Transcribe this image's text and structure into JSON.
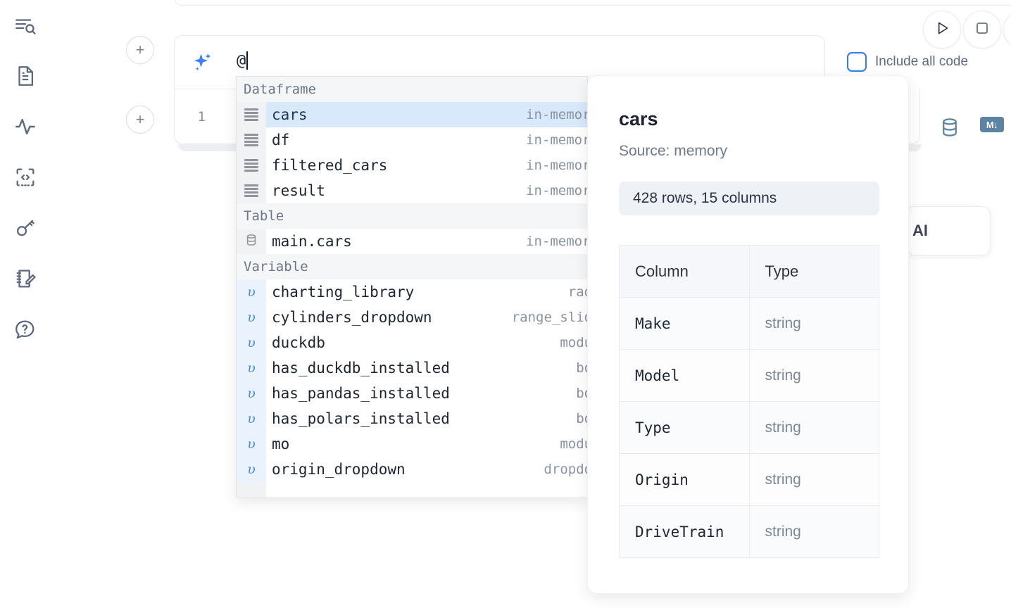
{
  "rail": {
    "items": [
      {
        "name": "search-outline-icon",
        "label": "Explore"
      },
      {
        "name": "document-icon",
        "label": "Notebook"
      },
      {
        "name": "activity-icon",
        "label": "Variables"
      },
      {
        "name": "code-snippet-icon",
        "label": "Snippets"
      },
      {
        "name": "key-icon",
        "label": "Secrets"
      },
      {
        "name": "notebook-edit-icon",
        "label": "Scratchpad"
      },
      {
        "name": "help-chat-icon",
        "label": "Help"
      }
    ]
  },
  "toolbar": {
    "add_cell_label": "+",
    "run_label": "Run",
    "stop_label": "Stop",
    "include_all_code_label": "Include all code",
    "accent_color": "#2f7df6"
  },
  "ai_prompt": {
    "icon": "sparkle-ai-icon",
    "value": "@",
    "placeholder": ""
  },
  "code_cell": {
    "line_number": "1",
    "database_icon": "database-icon",
    "markdown_badge": "M↓"
  },
  "ai_card": {
    "label": "AI"
  },
  "autocomplete": {
    "groups": [
      {
        "label": "Dataframe",
        "items": [
          {
            "icon": "dataframe-icon",
            "name": "cars",
            "type": "in-memory",
            "selected": true
          },
          {
            "icon": "dataframe-icon",
            "name": "df",
            "type": "in-memory",
            "selected": false
          },
          {
            "icon": "dataframe-icon",
            "name": "filtered_cars",
            "type": "in-memory",
            "selected": false
          },
          {
            "icon": "dataframe-icon",
            "name": "result",
            "type": "in-memory",
            "selected": false
          }
        ]
      },
      {
        "label": "Table",
        "items": [
          {
            "icon": "table-icon",
            "name": "main.cars",
            "type": "in-memory",
            "selected": false
          }
        ]
      },
      {
        "label": "Variable",
        "items": [
          {
            "icon": "variable-icon",
            "name": "charting_library",
            "type": "radio",
            "selected": false
          },
          {
            "icon": "variable-icon",
            "name": "cylinders_dropdown",
            "type": "range_slider",
            "selected": false
          },
          {
            "icon": "variable-icon",
            "name": "duckdb",
            "type": "module",
            "selected": false
          },
          {
            "icon": "variable-icon",
            "name": "has_duckdb_installed",
            "type": "bool",
            "selected": false
          },
          {
            "icon": "variable-icon",
            "name": "has_pandas_installed",
            "type": "bool",
            "selected": false
          },
          {
            "icon": "variable-icon",
            "name": "has_polars_installed",
            "type": "bool",
            "selected": false
          },
          {
            "icon": "variable-icon",
            "name": "mo",
            "type": "module",
            "selected": false
          },
          {
            "icon": "variable-icon",
            "name": "origin_dropdown",
            "type": "dropdown",
            "selected": false
          }
        ]
      }
    ],
    "variable_glyph": "υ"
  },
  "documentation": {
    "title": "cars",
    "source": "Source: memory",
    "shape": "428 rows, 15 columns",
    "table": {
      "headers": [
        "Column",
        "Type"
      ],
      "rows": [
        [
          "Make",
          "string"
        ],
        [
          "Model",
          "string"
        ],
        [
          "Type",
          "string"
        ],
        [
          "Origin",
          "string"
        ],
        [
          "DriveTrain",
          "string"
        ]
      ]
    }
  }
}
